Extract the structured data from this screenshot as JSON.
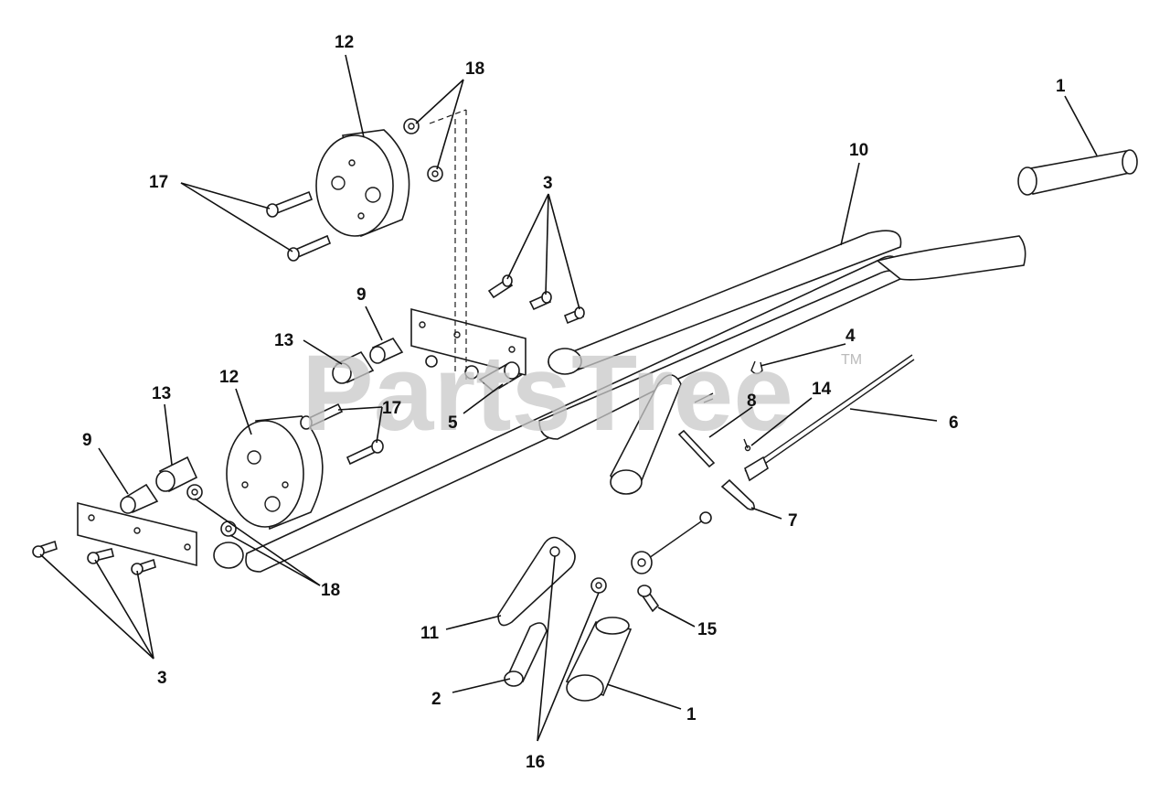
{
  "watermark": {
    "text": "PartsTree",
    "trademark": "TM"
  },
  "callouts": [
    {
      "id": "c12a",
      "text": "12"
    },
    {
      "id": "c18a",
      "text": "18"
    },
    {
      "id": "c17a",
      "text": "17"
    },
    {
      "id": "c1a",
      "text": "1"
    },
    {
      "id": "c10",
      "text": "10"
    },
    {
      "id": "c3a",
      "text": "3"
    },
    {
      "id": "c9a",
      "text": "9"
    },
    {
      "id": "c13a",
      "text": "13"
    },
    {
      "id": "c12b",
      "text": "12"
    },
    {
      "id": "c17b",
      "text": "17"
    },
    {
      "id": "c5",
      "text": "5"
    },
    {
      "id": "c4",
      "text": "4"
    },
    {
      "id": "c14",
      "text": "14"
    },
    {
      "id": "c8",
      "text": "8"
    },
    {
      "id": "c6",
      "text": "6"
    },
    {
      "id": "c13b",
      "text": "13"
    },
    {
      "id": "c9b",
      "text": "9"
    },
    {
      "id": "c7",
      "text": "7"
    },
    {
      "id": "c18b",
      "text": "18"
    },
    {
      "id": "c11",
      "text": "11"
    },
    {
      "id": "c15",
      "text": "15"
    },
    {
      "id": "c3b",
      "text": "3"
    },
    {
      "id": "c2",
      "text": "2"
    },
    {
      "id": "c1b",
      "text": "1"
    },
    {
      "id": "c16",
      "text": "16"
    }
  ]
}
